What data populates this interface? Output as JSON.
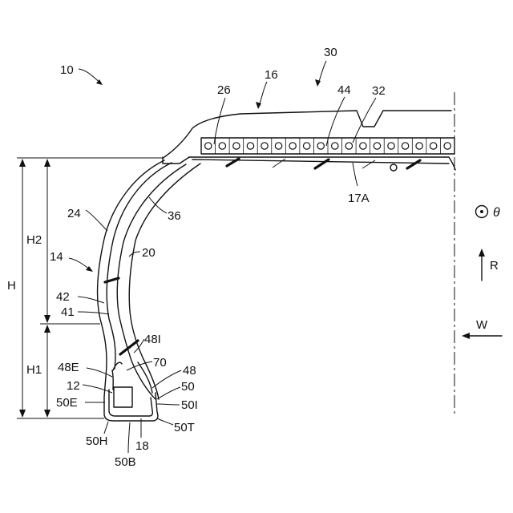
{
  "figure": {
    "labels": {
      "l10": "10",
      "l30": "30",
      "l16": "16",
      "l26": "26",
      "l44": "44",
      "l32": "32",
      "l17A": "17A",
      "l24": "24",
      "l36": "36",
      "l20": "20",
      "l14": "14",
      "l42": "42",
      "l41": "41",
      "l48I": "48I",
      "l70": "70",
      "l48E": "48E",
      "l48": "48",
      "l12": "12",
      "l50": "50",
      "l50E": "50E",
      "l50I": "50I",
      "l50H": "50H",
      "l18": "18",
      "l50T": "50T",
      "l50B": "50B",
      "H": "H",
      "H1": "H1",
      "H2": "H2",
      "theta": "θ",
      "R": "R",
      "W": "W"
    },
    "cord_count": 18,
    "line_color": "#111111"
  }
}
